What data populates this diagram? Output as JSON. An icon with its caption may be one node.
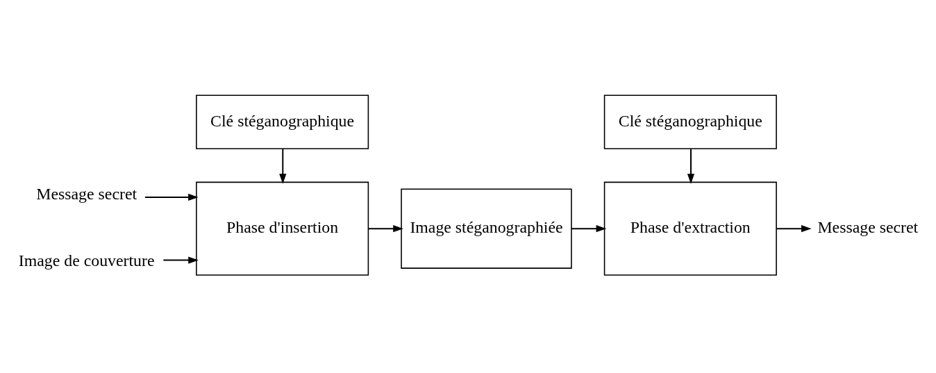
{
  "diagram": {
    "nodes": [
      {
        "text": [
          "Clé stéganographique"
        ]
      },
      {
        "text": [
          "Clé stéganographique"
        ]
      },
      {
        "text": [
          "Message secret"
        ]
      },
      {
        "text": [
          "Phase d'insertion"
        ]
      },
      {
        "text": [
          "Image de couverture"
        ]
      },
      {
        "text": [
          "Image stéganographiée"
        ]
      },
      {
        "text": [
          "Phase d'extraction"
        ]
      },
      {
        "text": [
          "Message secret"
        ]
      }
    ],
    "edges": [
      {
        "from": 0,
        "to": 3,
        "arrow": "to"
      },
      {
        "from": 2,
        "to": 3,
        "arrow": "to"
      },
      {
        "from": 4,
        "to": 3,
        "arrow": "to"
      },
      {
        "from": 3,
        "to": 5,
        "arrow": "to"
      },
      {
        "from": 5,
        "to": 6,
        "arrow": "to"
      },
      {
        "from": 1,
        "to": 6,
        "arrow": "to"
      },
      {
        "from": 6,
        "to": 7,
        "arrow": "to"
      }
    ]
  }
}
